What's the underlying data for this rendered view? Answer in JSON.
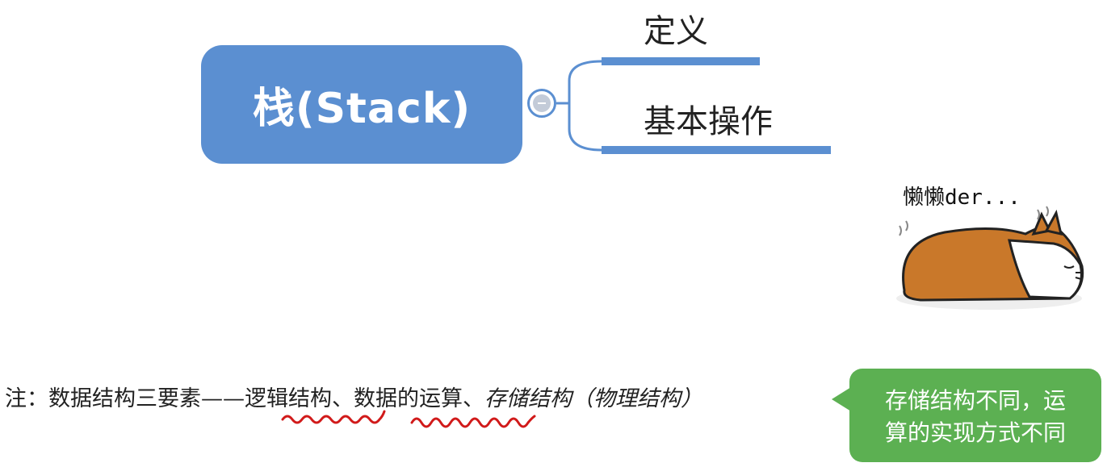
{
  "mindmap": {
    "central_label": "栈(Stack)",
    "branches": [
      {
        "label": "定义"
      },
      {
        "label": "基本操作"
      }
    ],
    "accent_color": "#5b8fd1"
  },
  "note": {
    "prefix": "注：数据结构三要素——",
    "logical": "逻辑结构",
    "sep1": "、",
    "operations": "数据的运算",
    "sep2": "、",
    "storage": "存储结构（物理结构）"
  },
  "callout": {
    "line1": "存储结构不同，运",
    "line2": "算的实现方式不同",
    "color": "#5cb052"
  },
  "sticker": {
    "caption": "懒懒der...",
    "icon": "sleeping-corgi-icon"
  }
}
